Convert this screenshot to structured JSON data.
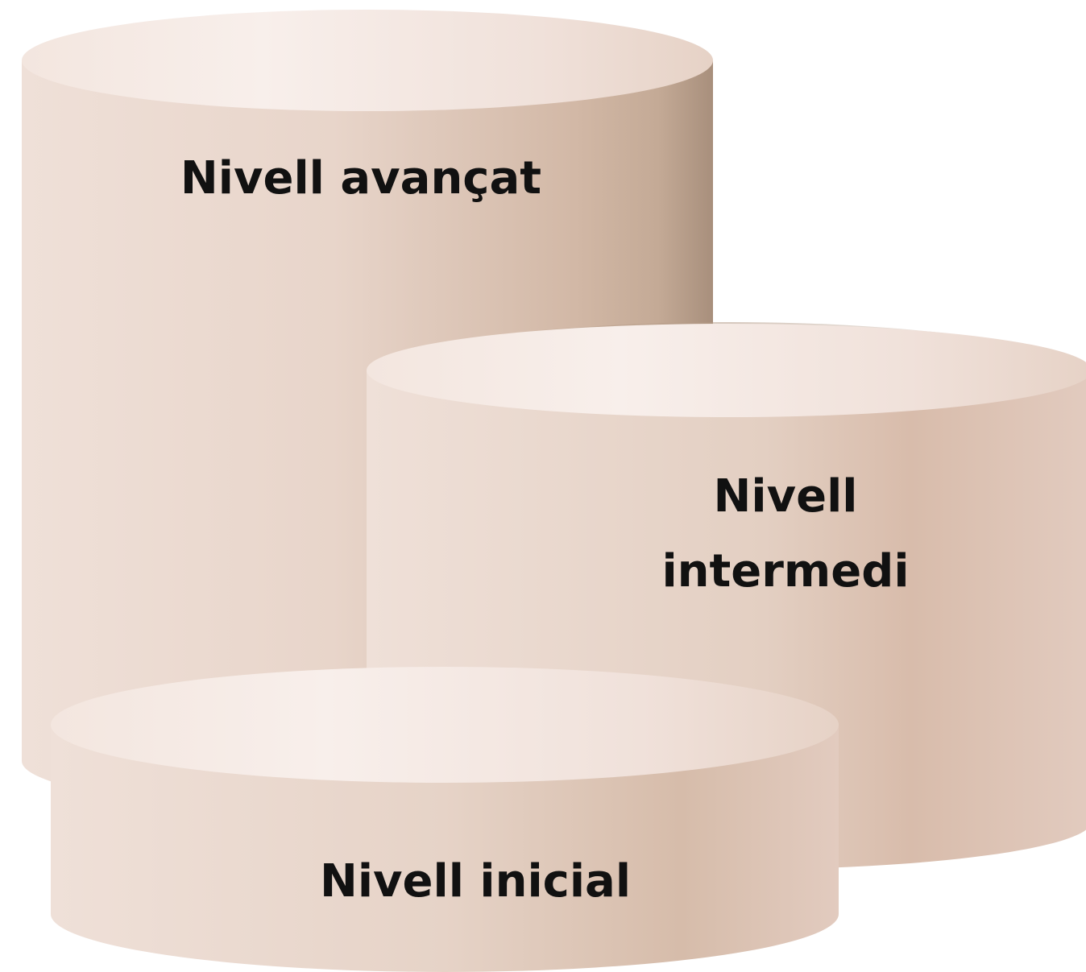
{
  "diagram": {
    "levels": [
      {
        "id": "advanced",
        "label": "Nivell avançat"
      },
      {
        "id": "intermediate",
        "label_line1": "Nivell",
        "label_line2": "intermedi"
      },
      {
        "id": "initial",
        "label": "Nivell inicial"
      }
    ],
    "colors": {
      "cylinder_light": "#f5ebe6",
      "cylinder_mid": "#ead8cd",
      "cylinder_dark": "#c9b09c",
      "cylinder_edge": "#a88f7c",
      "text": "#111111",
      "background": "#ffffff"
    }
  }
}
